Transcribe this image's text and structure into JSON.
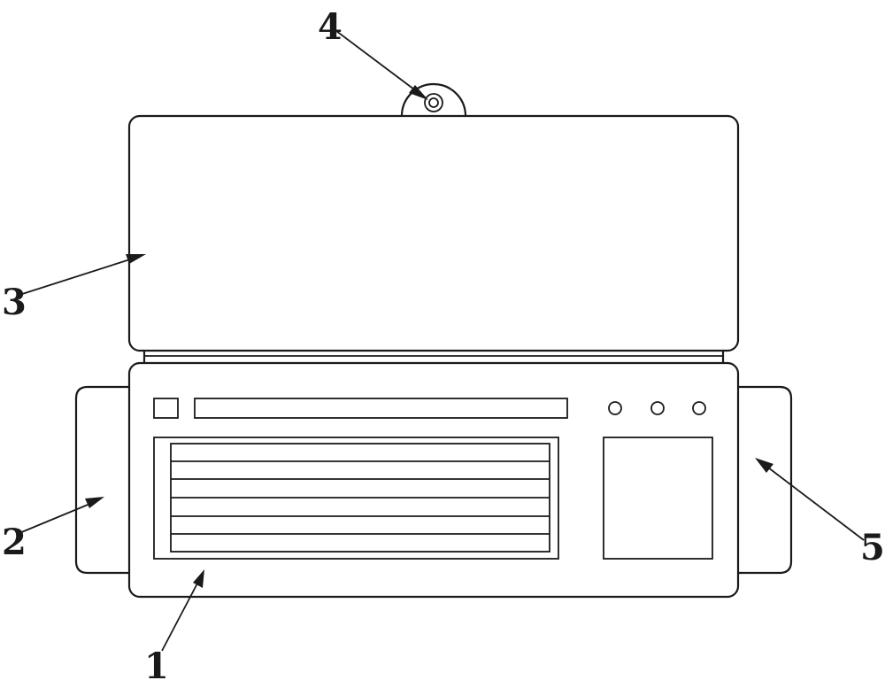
{
  "figure": {
    "callouts": [
      {
        "id": "1",
        "label": "1",
        "part": "main-body"
      },
      {
        "id": "2",
        "label": "2",
        "part": "left-side-block"
      },
      {
        "id": "3",
        "label": "3",
        "part": "lid-panel"
      },
      {
        "id": "4",
        "label": "4",
        "part": "hinge-knob"
      },
      {
        "id": "5",
        "label": "5",
        "part": "right-side-block"
      }
    ],
    "panel": {
      "indicator_lights": 3,
      "keyboard_rows": 6
    },
    "colors": {
      "line": "#1a1a1a",
      "background": "#ffffff"
    }
  }
}
